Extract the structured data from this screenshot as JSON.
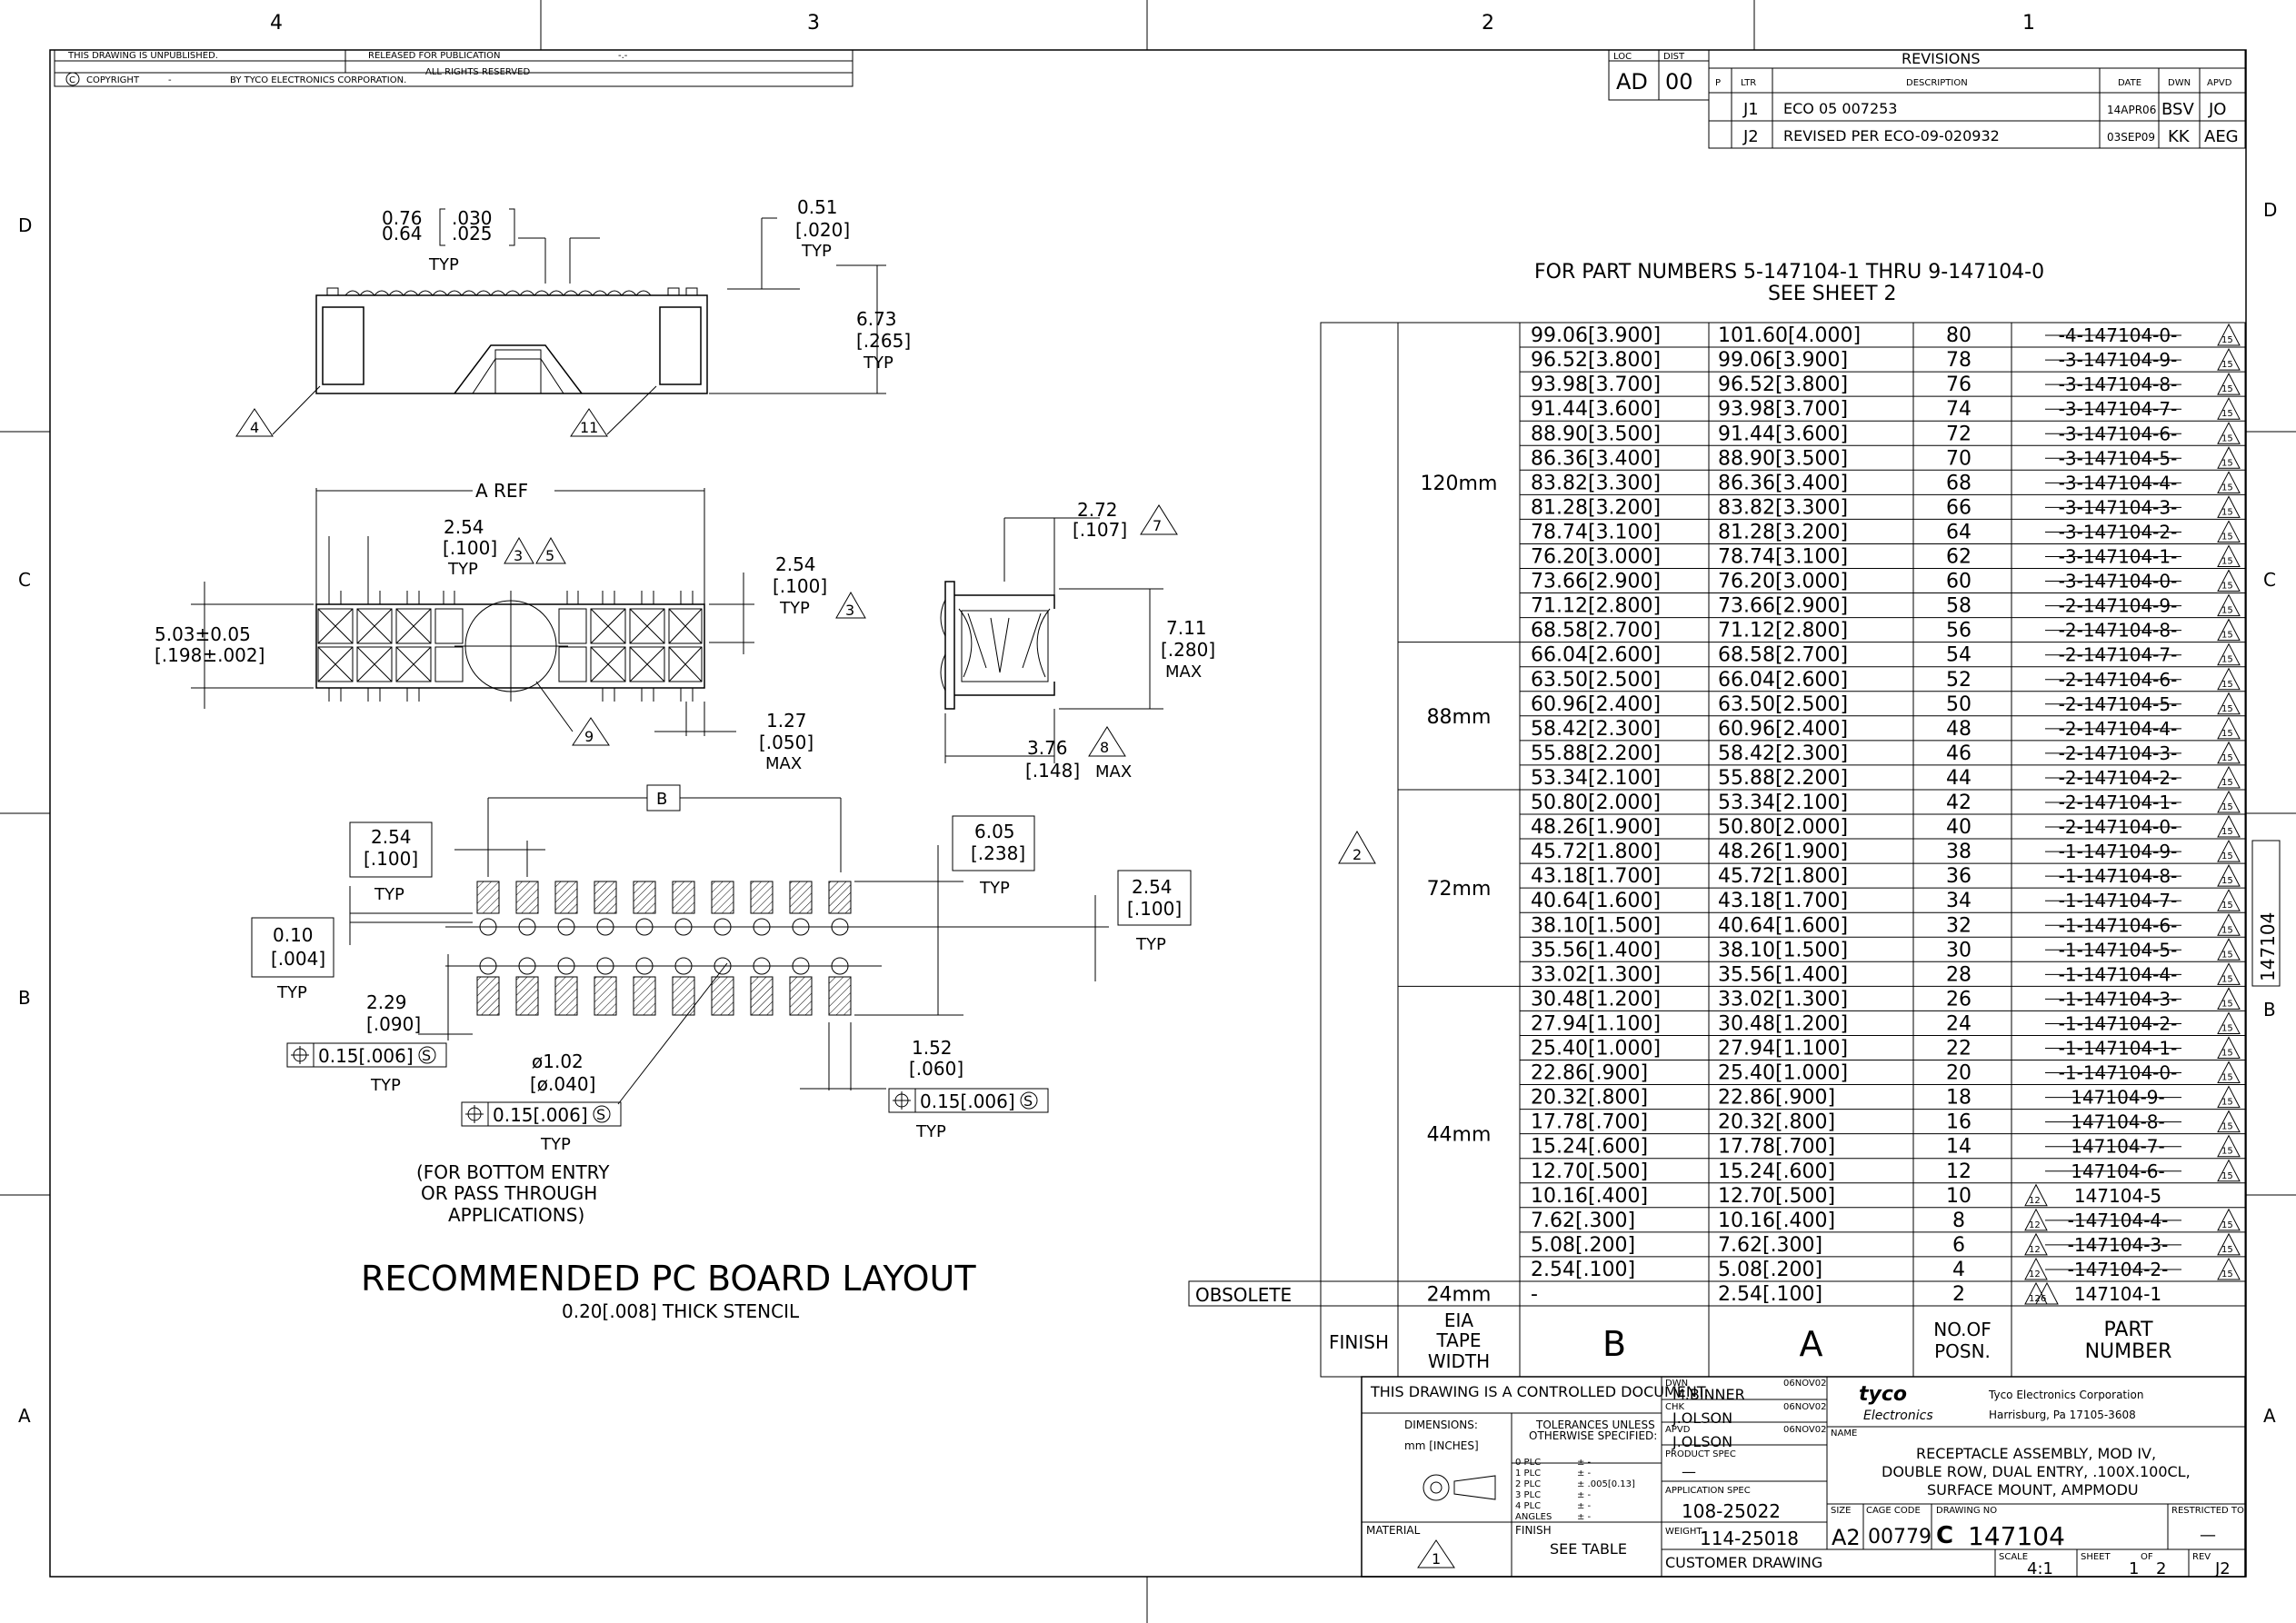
{
  "border": {
    "top_zones": [
      "4",
      "3",
      "2",
      "1"
    ],
    "side_zones": [
      "D",
      "C",
      "B",
      "A"
    ]
  },
  "header_notice": {
    "unpublished": "THIS DRAWING IS UNPUBLISHED.",
    "released": "RELEASED FOR PUBLICATION",
    "release_value": "-.-",
    "copyright_symbol": "C",
    "copyright": "COPYRIGHT",
    "copyright_dash": "-",
    "by": "BY TYCO ELECTRONICS CORPORATION.",
    "rights": "ALL RIGHTS RESERVED"
  },
  "loc_dist": {
    "loc_label": "LOC",
    "loc": "AD",
    "dist_label": "DIST",
    "dist": "00"
  },
  "revisions": {
    "title": "REVISIONS",
    "headers": {
      "p": "P",
      "ltr": "LTR",
      "desc": "DESCRIPTION",
      "date": "DATE",
      "dwn": "DWN",
      "apvd": "APVD"
    },
    "rows": [
      {
        "ltr": "J1",
        "desc": "ECO 05 007253",
        "date": "14APR06",
        "dwn": "BSV",
        "apvd": "JO"
      },
      {
        "ltr": "J2",
        "desc": "REVISED PER ECO-09-020932",
        "date": "03SEP09",
        "dwn": "KK",
        "apvd": "AEG"
      }
    ]
  },
  "part_note": {
    "line1": "FOR PART NUMBERS 5-147104-1 THRU 9-147104-0",
    "line2": "SEE SHEET 2"
  },
  "top_view": {
    "d1": "0.76",
    "d2": "0.64",
    "d1i": ".030",
    "d2i": ".025",
    "typ": "TYP",
    "d3": "0.51",
    "d3i": "[.020]",
    "typ2": "TYP",
    "d4": "6.73",
    "d4i": "[.265]",
    "typ3": "TYP",
    "note4": "4",
    "note11": "11"
  },
  "mid_view": {
    "aref": "A REF",
    "p1": "2.54",
    "p1i": "[.100]",
    "p1t": "TYP",
    "n3": "3",
    "n5": "5",
    "p2": "2.54",
    "p2i": "[.100]",
    "p2t": "TYP",
    "n3b": "3",
    "w1": "5.03±0.05",
    "w1i": "[.198±.002]",
    "m1": "1.27",
    "m1i": "[.050]",
    "m1t": "MAX",
    "n9": "9"
  },
  "side_view": {
    "s1": "2.72",
    "s1i": "[.107]",
    "n7": "7",
    "s2": "7.11",
    "s2i": "[.280]",
    "s2t": "MAX",
    "s3": "3.76",
    "s3i": "[.148]",
    "s3t": "MAX",
    "n8": "8"
  },
  "pcb": {
    "b": "B",
    "c1": "2.54",
    "c1i": "[.100]",
    "c1t": "TYP",
    "c2": "6.05",
    "c2i": "[.238]",
    "c2t": "TYP",
    "c3": "2.54",
    "c3i": "[.100]",
    "c3t": "TYP",
    "c4": "0.10",
    "c4i": "[.004]",
    "c4t": "TYP",
    "c5": "2.29",
    "c5i": "[.090]",
    "tol1": "0.15[.006]",
    "tol1s": "S",
    "tol1t": "TYP",
    "hole": "ø1.02",
    "holei": "[ø.040]",
    "tol2": "0.15[.006]",
    "tol2s": "S",
    "tol2t": "TYP",
    "c6": "1.52",
    "c6i": "[.060]",
    "tol3": "0.15[.006]",
    "tol3s": "S",
    "tol3t": "TYP",
    "note1": "(FOR BOTTOM ENTRY",
    "note2": "OR PASS THROUGH",
    "note3": "APPLICATIONS)",
    "title": "RECOMMENDED PC BOARD LAYOUT",
    "stencil": "0.20[.008] THICK STENCIL"
  },
  "tab_table": {
    "rows": [
      {
        "b": "99.06[3.900]",
        "a": "101.60[4.000]",
        "n": "80",
        "p": "-4-147104-0-"
      },
      {
        "b": "96.52[3.800]",
        "a": "99.06[3.900]",
        "n": "78",
        "p": "-3-147104-9-"
      },
      {
        "b": "93.98[3.700]",
        "a": "96.52[3.800]",
        "n": "76",
        "p": "-3-147104-8-"
      },
      {
        "b": "91.44[3.600]",
        "a": "93.98[3.700]",
        "n": "74",
        "p": "-3-147104-7-"
      },
      {
        "b": "88.90[3.500]",
        "a": "91.44[3.600]",
        "n": "72",
        "p": "-3-147104-6-"
      },
      {
        "b": "86.36[3.400]",
        "a": "88.90[3.500]",
        "n": "70",
        "p": "-3-147104-5-"
      },
      {
        "b": "83.82[3.300]",
        "a": "86.36[3.400]",
        "n": "68",
        "p": "-3-147104-4-"
      },
      {
        "b": "81.28[3.200]",
        "a": "83.82[3.300]",
        "n": "66",
        "p": "-3-147104-3-"
      },
      {
        "b": "78.74[3.100]",
        "a": "81.28[3.200]",
        "n": "64",
        "p": "-3-147104-2-"
      },
      {
        "b": "76.20[3.000]",
        "a": "78.74[3.100]",
        "n": "62",
        "p": "-3-147104-1-"
      },
      {
        "b": "73.66[2.900]",
        "a": "76.20[3.000]",
        "n": "60",
        "p": "-3-147104-0-"
      },
      {
        "b": "71.12[2.800]",
        "a": "73.66[2.900]",
        "n": "58",
        "p": "-2-147104-9-"
      },
      {
        "b": "68.58[2.700]",
        "a": "71.12[2.800]",
        "n": "56",
        "p": "-2-147104-8-"
      },
      {
        "b": "66.04[2.600]",
        "a": "68.58[2.700]",
        "n": "54",
        "p": "-2-147104-7-"
      },
      {
        "b": "63.50[2.500]",
        "a": "66.04[2.600]",
        "n": "52",
        "p": "-2-147104-6-"
      },
      {
        "b": "60.96[2.400]",
        "a": "63.50[2.500]",
        "n": "50",
        "p": "-2-147104-5-"
      },
      {
        "b": "58.42[2.300]",
        "a": "60.96[2.400]",
        "n": "48",
        "p": "-2-147104-4-"
      },
      {
        "b": "55.88[2.200]",
        "a": "58.42[2.300]",
        "n": "46",
        "p": "-2-147104-3-"
      },
      {
        "b": "53.34[2.100]",
        "a": "55.88[2.200]",
        "n": "44",
        "p": "-2-147104-2-"
      },
      {
        "b": "50.80[2.000]",
        "a": "53.34[2.100]",
        "n": "42",
        "p": "-2-147104-1-"
      },
      {
        "b": "48.26[1.900]",
        "a": "50.80[2.000]",
        "n": "40",
        "p": "-2-147104-0-"
      },
      {
        "b": "45.72[1.800]",
        "a": "48.26[1.900]",
        "n": "38",
        "p": "-1-147104-9-"
      },
      {
        "b": "43.18[1.700]",
        "a": "45.72[1.800]",
        "n": "36",
        "p": "-1-147104-8-"
      },
      {
        "b": "40.64[1.600]",
        "a": "43.18[1.700]",
        "n": "34",
        "p": "-1-147104-7-"
      },
      {
        "b": "38.10[1.500]",
        "a": "40.64[1.600]",
        "n": "32",
        "p": "-1-147104-6-"
      },
      {
        "b": "35.56[1.400]",
        "a": "38.10[1.500]",
        "n": "30",
        "p": "-1-147104-5-"
      },
      {
        "b": "33.02[1.300]",
        "a": "35.56[1.400]",
        "n": "28",
        "p": "-1-147104-4-"
      },
      {
        "b": "30.48[1.200]",
        "a": "33.02[1.300]",
        "n": "26",
        "p": "-1-147104-3-"
      },
      {
        "b": "27.94[1.100]",
        "a": "30.48[1.200]",
        "n": "24",
        "p": "-1-147104-2-"
      },
      {
        "b": "25.40[1.000]",
        "a": "27.94[1.100]",
        "n": "22",
        "p": "-1-147104-1-"
      },
      {
        "b": "22.86[.900]",
        "a": "25.40[1.000]",
        "n": "20",
        "p": "-1-147104-0-"
      },
      {
        "b": "20.32[.800]",
        "a": "22.86[.900]",
        "n": "18",
        "p": "147104-9-"
      },
      {
        "b": "17.78[.700]",
        "a": "20.32[.800]",
        "n": "16",
        "p": "147104-8-"
      },
      {
        "b": "15.24[.600]",
        "a": "17.78[.700]",
        "n": "14",
        "p": "147104-7-"
      },
      {
        "b": "12.70[.500]",
        "a": "15.24[.600]",
        "n": "12",
        "p": "147104-6-"
      },
      {
        "b": "10.16[.400]",
        "a": "12.70[.500]",
        "n": "10",
        "p": "147104-5"
      },
      {
        "b": "7.62[.300]",
        "a": "10.16[.400]",
        "n": "8",
        "p": "-147104-4-"
      },
      {
        "b": "5.08[.200]",
        "a": "7.62[.300]",
        "n": "6",
        "p": "-147104-3-"
      },
      {
        "b": "2.54[.100]",
        "a": "5.08[.200]",
        "n": "4",
        "p": "-147104-2-"
      },
      {
        "b": "-",
        "a": "2.54[.100]",
        "n": "2",
        "p": "147104-1"
      }
    ],
    "groups": {
      "g120": "120mm",
      "g88": "88mm",
      "g72": "72mm",
      "g44": "44mm",
      "g24": "24mm"
    },
    "flag15": "15",
    "flag12": "12",
    "flag6": "6",
    "flag2": "2",
    "obsolete": "OBSOLETE",
    "head": {
      "finish": "FINISH",
      "eia1": "EIA",
      "eia2": "TAPE",
      "eia3": "WIDTH",
      "b": "B",
      "a": "A",
      "no1": "NO.OF",
      "no2": "POSN.",
      "pn1": "PART",
      "pn2": "NUMBER"
    }
  },
  "side_tab": "147104",
  "title_block": {
    "controlled": "THIS DRAWING IS A CONTROLLED DOCUMENT.",
    "dims": "DIMENSIONS:",
    "dimsu": "mm [INCHES]",
    "tol1": "TOLERANCES UNLESS",
    "tol2": "OTHERWISE SPECIFIED:",
    "plc": [
      "0 PLC",
      "1 PLC",
      "2 PLC",
      "3 PLC",
      "4 PLC",
      "ANGLES"
    ],
    "plcv": [
      "± -",
      "± -",
      "± .005[0.13]",
      "± -",
      "± -",
      "± -"
    ],
    "material": "MATERIAL",
    "matnote": "1",
    "finish": "FINISH",
    "finishv": "SEE TABLE",
    "dwn": "DWN",
    "dwnn": "M.BINNER",
    "dwnd": "06NOV02",
    "chk": "CHK",
    "chkn": "J.OLSON",
    "chkd": "06NOV02",
    "apvd": "APVD",
    "apvdn": "J.OLSON",
    "apvdd": "06NOV02",
    "prodspec": "PRODUCT SPEC",
    "prodspecv": "—",
    "appspec": "APPLICATION SPEC",
    "appspecv": "108-25022",
    "weight": "WEIGHT",
    "weightv": "114-25018",
    "customer": "CUSTOMER DRAWING",
    "logo1": "tyco",
    "logo2": "Electronics",
    "company": "Tyco Electronics Corporation",
    "address": "Harrisburg, Pa 17105-3608",
    "name": "NAME",
    "desc1": "RECEPTACLE ASSEMBLY, MOD IV,",
    "desc2": "DOUBLE ROW, DUAL ENTRY, .100X.100CL,",
    "desc3": "SURFACE MOUNT, AMPMODU",
    "size": "SIZE",
    "sizev": "A2",
    "cage": "CAGE CODE",
    "cagev": "00779",
    "dwgno": "DRAWING NO",
    "dwgnov": "147104",
    "restricted": "RESTRICTED TO",
    "restrictedv": "—",
    "scale": "SCALE",
    "scalev": "4:1",
    "sheet": "SHEET",
    "sheetv": "1",
    "of": "OF",
    "ofv": "2",
    "rev": "REV",
    "revv": "J2"
  }
}
